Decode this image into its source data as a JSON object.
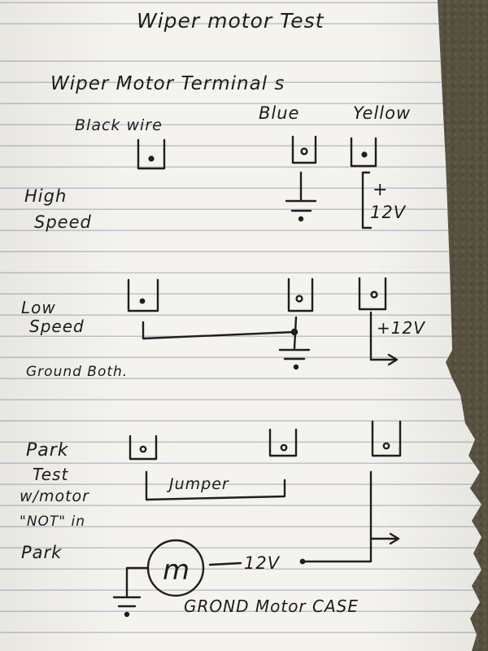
{
  "title": "Wiper motor Test",
  "heading": "Wiper Motor Terminal s",
  "terminals": {
    "black": "Black wire",
    "blue": "Blue",
    "yellow": "Yellow"
  },
  "high_speed": {
    "label_line1": "High",
    "label_line2": "Speed",
    "plus": "+",
    "voltage": "12V"
  },
  "low_speed": {
    "label_line1": "Low",
    "label_line2": "Speed",
    "voltage": "+12V",
    "note": "Ground Both."
  },
  "park": {
    "label_line1": "Park",
    "label_line2": "Test",
    "label_line3": "w/motor",
    "label_line4": "\"NOT\" in",
    "label_line5": "Park",
    "jumper": "Jumper",
    "motor_symbol": "m",
    "voltage": "12V",
    "ground_note": "GROND Motor CASE"
  }
}
